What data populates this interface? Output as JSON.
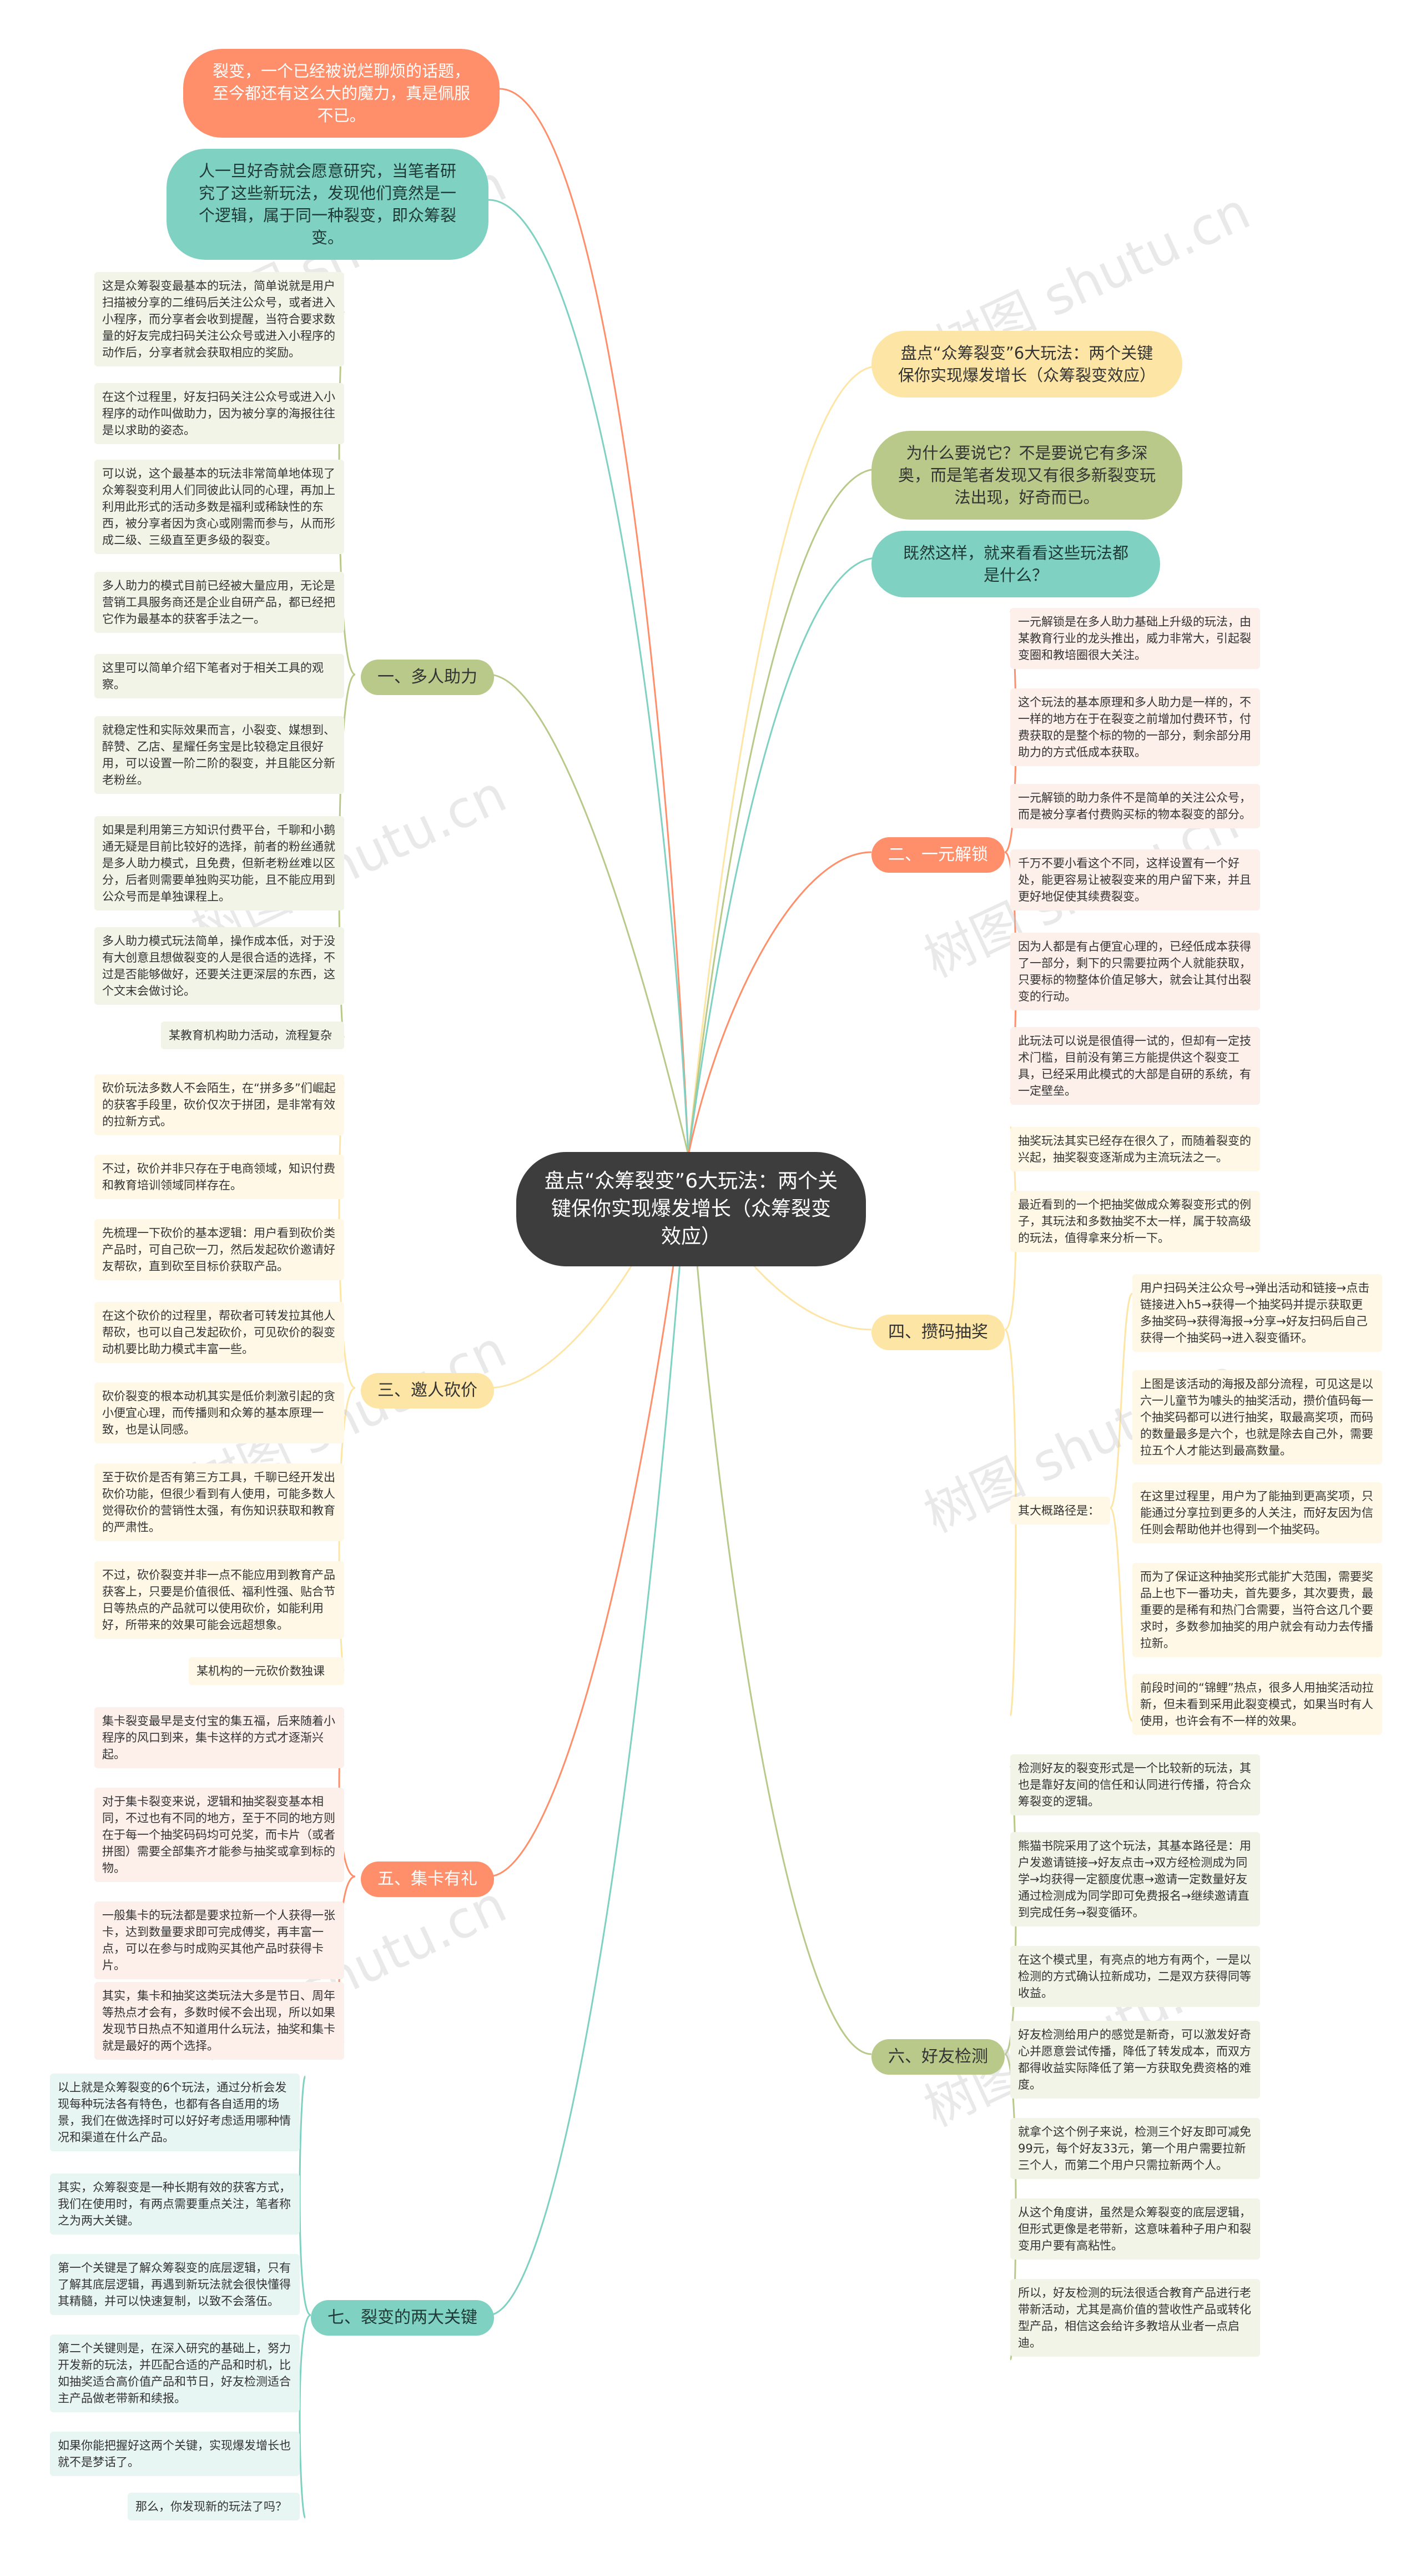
{
  "center": {
    "title": "盘点“众筹裂变”6大玩法：两个关键保你实现爆发增长（众筹裂变效应）"
  },
  "top_left": [
    "裂变，一个已经被说烂聊烦的话题，至今都还有这么大的魔力，真是佩服不已。",
    "人一旦好奇就会愿意研究，当笔者研究了这些新玩法，发现他们竟然是一个逻辑，属于同一种裂变，即众筹裂变。"
  ],
  "top_right": [
    "盘点“众筹裂变”6大玩法：两个关键保你实现爆发增长（众筹裂变效应）",
    "为什么要说它？不是要说它有多深奥，而是笔者发现又有很多新裂变玩法出现，好奇而已。",
    "既然这样，就来看看这些玩法都是什么？"
  ],
  "branches": {
    "b1": {
      "label": "一、多人助力",
      "cards": [
        "这是众筹裂变最基本的玩法，简单说就是用户扫描被分享的二维码后关注公众号，或者进入小程序，而分享者会收到提醒，当符合要求数量的好友完成扫码关注公众号或进入小程序的动作后，分享者就会获取相应的奖励。",
        "在这个过程里，好友扫码关注公众号或进入小程序的动作叫做助力，因为被分享的海报往往是以求助的姿态。",
        "可以说，这个最基本的玩法非常简单地体现了众筹裂变利用人们同彼此认同的心理，再加上利用此形式的活动多数是福利或稀缺性的东西，被分享者因为贪心或刚需而参与，从而形成二级、三级直至更多级的裂变。",
        "多人助力的模式目前已经被大量应用，无论是营销工具服务商还是企业自研产品，都已经把它作为最基本的获客手法之一。",
        "这里可以简单介绍下笔者对于相关工具的观察。",
        "就稳定性和实际效果而言，小裂变、媒想到、醉赞、乙店、星耀任务宝是比较稳定且很好用，可以设置一阶二阶的裂变，并且能区分新老粉丝。",
        "如果是利用第三方知识付费平台，千聊和小鹅通无疑是目前比较好的选择，前者的粉丝通就是多人助力模式，且免费，但新老粉丝难以区分，后者则需要单独购买功能，且不能应用到公众号而是单独课程上。",
        "多人助力模式玩法简单，操作成本低，对于没有大创意且想做裂变的人是很合适的选择，不过是否能够做好，还要关注更深层的东西，这个文末会做讨论。",
        "某教育机构助力活动，流程复杂"
      ]
    },
    "b2": {
      "label": "二、一元解锁",
      "cards": [
        "一元解锁是在多人助力基础上升级的玩法，由某教育行业的龙头推出，威力非常大，引起裂变圈和教培圈很大关注。",
        "这个玩法的基本原理和多人助力是一样的，不一样的地方在于在裂变之前增加付费环节，付费获取的是整个标的物的一部分，剩余部分用助力的方式低成本获取。",
        "一元解锁的助力条件不是简单的关注公众号，而是被分享者付费购买标的物本裂变的部分。",
        "千万不要小看这个不同，这样设置有一个好处，能更容易让被裂变来的用户留下来，并且更好地促使其续费裂变。",
        "因为人都是有占便宜心理的，已经低成本获得了一部分，剩下的只需要拉两个人就能获取，只要标的物整体价值足够大，就会让其付出裂变的行动。",
        "此玩法可以说是很值得一试的，但却有一定技术门槛，目前没有第三方能提供这个裂变工具，已经采用此模式的大部是自研的系统，有一定壁垒。"
      ]
    },
    "b3": {
      "label": "三、邀人砍价",
      "cards": [
        "砍价玩法多数人不会陌生，在“拼多多”们崛起的获客手段里，砍价仅次于拼团，是非常有效的拉新方式。",
        "不过，砍价并非只存在于电商领域，知识付费和教育培训领域同样存在。",
        "先梳理一下砍价的基本逻辑：用户看到砍价类产品时，可自己砍一刀，然后发起砍价邀请好友帮砍，直到砍至目标价获取产品。",
        "在这个砍价的过程里，帮砍者可转发拉其他人帮砍，也可以自己发起砍价，可见砍价的裂变动机要比助力模式丰富一些。",
        "砍价裂变的根本动机其实是低价刺激引起的贪小便宜心理，而传播则和众筹的基本原理一致，也是认同感。",
        "至于砍价是否有第三方工具，千聊已经开发出砍价功能，但很少看到有人使用，可能多数人觉得砍价的营销性太强，有伤知识获取和教育的严肃性。",
        "不过，砍价裂变并非一点不能应用到教育产品获客上，只要是价值很低、福利性强、贴合节日等热点的产品就可以使用砍价，如能利用好，所带来的效果可能会远超想象。",
        "某机构的一元砍价数独课"
      ]
    },
    "b4": {
      "label": "四、攒码抽奖",
      "cards": [
        "抽奖玩法其实已经存在很久了，而随着裂变的兴起，抽奖裂变逐渐成为主流玩法之一。",
        "最近看到的一个把抽奖做成众筹裂变形式的例子，其玩法和多数抽奖不太一样，属于较高级的玩法，值得拿来分析一下。",
        "用户扫码关注公众号→弹出活动和链接→点击链接进入h5→获得一个抽奖码并提示获取更多抽奖码→获得海报→分享→好友扫码后自己获得一个抽奖码→进入裂变循环。",
        "上图是该活动的海报及部分流程，可见这是以六一儿童节为噱头的抽奖活动，攒价值码每一个抽奖码都可以进行抽奖，取最高奖项，而码的数量最多是六个，也就是除去自己外，需要拉五个人才能达到最高数量。",
        "在这里过程里，用户为了能抽到更高奖项，只能通过分享拉到更多的人关注，而好友因为信任则会帮助他并也得到一个抽奖码。",
        "而为了保证这种抽奖形式能扩大范围，需要奖品上也下一番功夫，首先要多，其次要贵，最重要的是稀有和热门合需要，当符合这几个要求时，多数参加抽奖的用户就会有动力去传播拉新。",
        "前段时间的“锦鲤”热点，很多人用抽奖活动拉新，但未看到采用此裂变模式，如果当时有人使用，也许会有不一样的效果。"
      ],
      "sub_label": "其大概路径是："
    },
    "b5": {
      "label": "五、集卡有礼",
      "cards": [
        "集卡裂变最早是支付宝的集五福，后来随着小程序的风口到来，集卡这样的方式才逐渐兴起。",
        "对于集卡裂变来说，逻辑和抽奖裂变基本相同，不过也有不同的地方，至于不同的地方则在于每一个抽奖码码均可兑奖，而卡片（或者拼图）需要全部集齐才能参与抽奖或拿到标的物。",
        "一般集卡的玩法都是要求拉新一个人获得一张卡，达到数量要求即可完成傅奖，再丰富一点，可以在参与时成购买其他产品时获得卡片。",
        "其实，集卡和抽奖这类玩法大多是节日、周年等热点才会有，多数时候不会出现，所以如果发现节日热点不知道用什么玩法，抽奖和集卡就是最好的两个选择。"
      ]
    },
    "b6": {
      "label": "六、好友检测",
      "cards": [
        "检测好友的裂变形式是一个比较新的玩法，其也是靠好友间的信任和认同进行传播，符合众筹裂变的逻辑。",
        "熊猫书院采用了这个玩法，其基本路径是：用户发邀请链接→好友点击→双方经检测成为同学→均获得一定额度优惠→邀请一定数量好友通过检测成为同学即可免费报名→继续邀请直到完成任务→裂变循环。",
        "在这个模式里，有亮点的地方有两个，一是以检测的方式确认拉新成功，二是双方获得同等收益。",
        "好友检测给用户的感觉是新奇，可以激发好奇心并愿意尝试传播，降低了转发成本，而双方都得收益实际降低了第一方获取免费资格的难度。",
        "就拿个这个例子来说，检测三个好友即可减免99元，每个好友33元，第一个用户需要拉新三个人，而第二个用户只需拉新两个人。",
        "从这个角度讲，虽然是众筹裂变的底层逻辑，但形式更像是老带新，这意味着种子用户和裂变用户要有高粘性。",
        "所以，好友检测的玩法很适合教育产品进行老带新活动，尤其是高价值的营收性产品或转化型产品，相信这会给许多教培从业者一点启迪。"
      ]
    },
    "b7": {
      "label": "七、裂变的两大关键",
      "cards": [
        "以上就是众筹裂变的6个玩法，通过分析会发现每种玩法各有特色，也都有各自适用的场景，我们在做选择时可以好好考虑适用哪种情况和渠道在什么产品。",
        "其实，众筹裂变是一种长期有效的获客方式，我们在使用时，有两点需要重点关注，笔者称之为两大关键。",
        "第一个关键是了解众筹裂变的底层逻辑，只有了解其底层逻辑，再遇到新玩法就会很快懂得其精髓，并可以快速复制，以致不会落伍。",
        "第二个关键则是，在深入研究的基础上，努力开发新的玩法，并匹配合适的产品和时机，比如抽奖适合高价值产品和节日，好友检测适合主产品做老带新和续报。",
        "如果你能把握好这两个关键，实现爆发增长也就不是梦话了。",
        "那么，你发现新的玩法了吗？"
      ]
    }
  },
  "watermarks": [
    "树图 shutu.cn",
    "树图 shutu.cn",
    "树图 shutu.cn",
    "树图 shutu.cn",
    "树图 shutu.cn",
    "树图 shutu.cn",
    "树图 shutu.cn",
    "树图 shutu.cn"
  ],
  "colors": {
    "orange": "#ff8f6b",
    "teal": "#7fd1c2",
    "yellow": "#fde5a5",
    "green": "#b8c98a",
    "center": "#3d3d3d"
  }
}
